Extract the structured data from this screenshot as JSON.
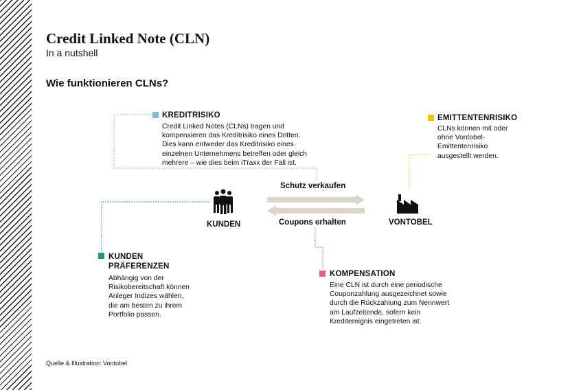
{
  "header": {
    "title": "Credit Linked Note (CLN)",
    "subtitle": "In a nutshell",
    "question": "Wie funktionieren CLNs?"
  },
  "kreditrisiko": {
    "label": "KREDITRISIKO",
    "color": "#7fbfcf",
    "lines": [
      "Credit Linked Notes (CLNs) tragen und",
      "kompensieren das Kreditrisiko eines Dritten.",
      "Dies kann entweder das Kreditrisiko eines",
      "einzelnen Unternehmens betreffen oder gleich",
      "mehrere – wie dies beim iTraxx der Fall ist."
    ]
  },
  "emittentenrisiko": {
    "label": "EMITTENTENRISIKO",
    "color": "#f2c500",
    "lines": [
      "CLNs können mit oder",
      "ohne Vontobel-",
      "Emittentenrisiko",
      "ausgestellt werden."
    ]
  },
  "kunden_praeferenzen": {
    "label_line1": "KUNDEN",
    "label_line2": "PRÄFERENZEN",
    "color": "#1b9a8c",
    "lines": [
      "Abhängig von der",
      "Risikobereitschaft können",
      "Anleger Indizes wählen,",
      "die am besten zu ihrem",
      "Portfolio passen."
    ]
  },
  "kompensation": {
    "label": "KOMPENSATION",
    "color": "#e8607a",
    "lines": [
      "Eine CLN ist durch eine periodische",
      "Couponzahlung ausgezeichnet sowie",
      "durch die Rückzahlung zum Nennwert",
      "am Laufzeitende, sofern kein",
      "Kreditereignis eingetreten ist."
    ]
  },
  "actors": {
    "left": {
      "label": "KUNDEN",
      "icon": "people-group-icon"
    },
    "right": {
      "label": "VONTOBEL",
      "icon": "factory-icon"
    }
  },
  "flows": {
    "top": "Schutz verkaufen",
    "bottom": "Coupons erhalten",
    "arrow_color": "#ddd6c8"
  },
  "footer": {
    "source": "Quelle & Illustration: Vontobel"
  }
}
